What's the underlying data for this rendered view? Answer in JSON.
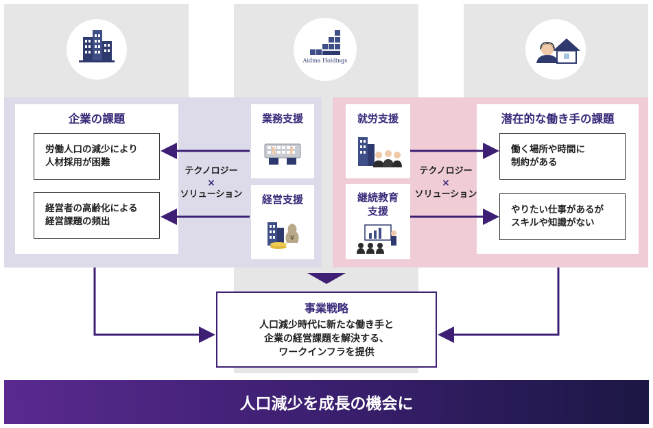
{
  "center_logo": {
    "text": "Aidma Holdings"
  },
  "left_panel": {
    "title": "企業の課題",
    "issues": [
      {
        "lines": [
          "労働人口の減少により",
          "人材採用が困難"
        ]
      },
      {
        "lines": [
          "経営者の高齢化による",
          "経営課題の頻出"
        ]
      }
    ]
  },
  "left_services": [
    {
      "label": "業務支援",
      "icon": "keyboard-hands-icon"
    },
    {
      "label": "経営支援",
      "icon": "building-money-icon"
    }
  ],
  "right_services": [
    {
      "label": "就労支援",
      "icon": "building-workers-icon"
    },
    {
      "label_lines": [
        "継続教育",
        "支援"
      ],
      "icon": "presentation-audience-icon"
    }
  ],
  "right_panel": {
    "title": "潜在的な働き手の課題",
    "issues": [
      {
        "lines": [
          "働く場所や時間に",
          "制約がある"
        ]
      },
      {
        "lines": [
          "やりたい仕事があるが",
          "スキルや知識がない"
        ]
      }
    ]
  },
  "connector_left": {
    "line1": "テクノロジー",
    "cross": "×",
    "line2": "ソリューション"
  },
  "connector_right": {
    "line1": "テクノロジー",
    "cross": "×",
    "line2": "ソリューション"
  },
  "strategy": {
    "title": "事業戦略",
    "lines": [
      "人口減少時代に新たな働き手と",
      "企業の経営課題を解決する、",
      "ワークインフラを提供"
    ]
  },
  "banner": {
    "text": "人口減少を成長の機会に"
  },
  "colors": {
    "accent": "#3d1f74",
    "left_panel": "#dddbe9",
    "right_panel": "#f0cdd6",
    "column_bg": "#e6e6e6"
  }
}
